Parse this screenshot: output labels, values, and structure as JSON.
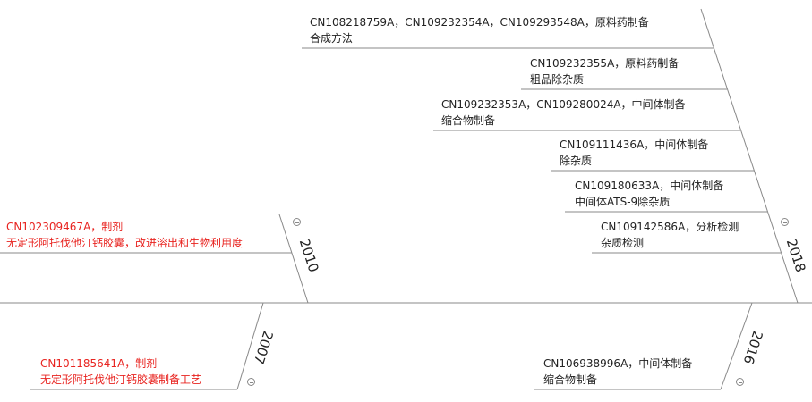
{
  "colors": {
    "spine": "#888888",
    "text": "#222222",
    "highlight": "#e8231f"
  },
  "years": {
    "y2010": "2010",
    "y2018": "2018",
    "y2007": "2007",
    "y2016": "2016"
  },
  "branches": {
    "b2018": [
      {
        "line1": "CN108218759A，CN109232354A，CN109293548A，原料药制备",
        "line2": "合成方法"
      },
      {
        "line1": "CN109232355A，原料药制备",
        "line2": "粗品除杂质"
      },
      {
        "line1": "CN109232353A，CN109280024A，中间体制备",
        "line2": "缩合物制备"
      },
      {
        "line1": "CN109111436A，中间体制备",
        "line2": "除杂质"
      },
      {
        "line1": "CN109180633A，中间体制备",
        "line2": "中间体ATS-9除杂质"
      },
      {
        "line1": "CN109142586A，分析检测",
        "line2": "杂质检测"
      }
    ],
    "b2010": [
      {
        "line1": "CN102309467A，制剂",
        "line2": "无定形阿托伐他汀钙胶囊，改进溶出和生物利用度",
        "highlight": true
      }
    ],
    "b2007": [
      {
        "line1": "CN101185641A，制剂",
        "line2": "无定形阿托伐他汀钙胶囊制备工艺",
        "highlight": true
      }
    ],
    "b2016": [
      {
        "line1": "CN106938996A，中间体制备",
        "line2": "缩合物制备"
      }
    ]
  }
}
